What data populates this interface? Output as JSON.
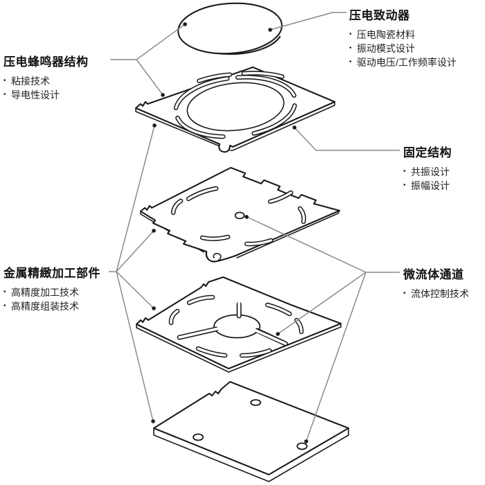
{
  "theme": {
    "bg": "#ffffff",
    "ink": "#1a1a1a",
    "leader": "#8a8a8a",
    "text": "#1f1f1f"
  },
  "bullet": "•",
  "labels": {
    "buzzer": {
      "title": "压电蜂鸣器结构",
      "bullets": [
        "粘接技术",
        "导电性设计"
      ]
    },
    "actuator": {
      "title": "压电致动器",
      "bullets": [
        "压电陶瓷材料",
        "振动模式设计",
        "驱动电压/工作频率设计"
      ]
    },
    "fixed": {
      "title": "固定结构",
      "bullets": [
        "共振设计",
        "振幅设计"
      ]
    },
    "metal": {
      "title": "金属精緻加工部件",
      "bullets": [
        "高精度加工技术",
        "高精度组装技术"
      ]
    },
    "micro": {
      "title": "微流体通道",
      "bullets": [
        "流体控制技术"
      ]
    }
  }
}
